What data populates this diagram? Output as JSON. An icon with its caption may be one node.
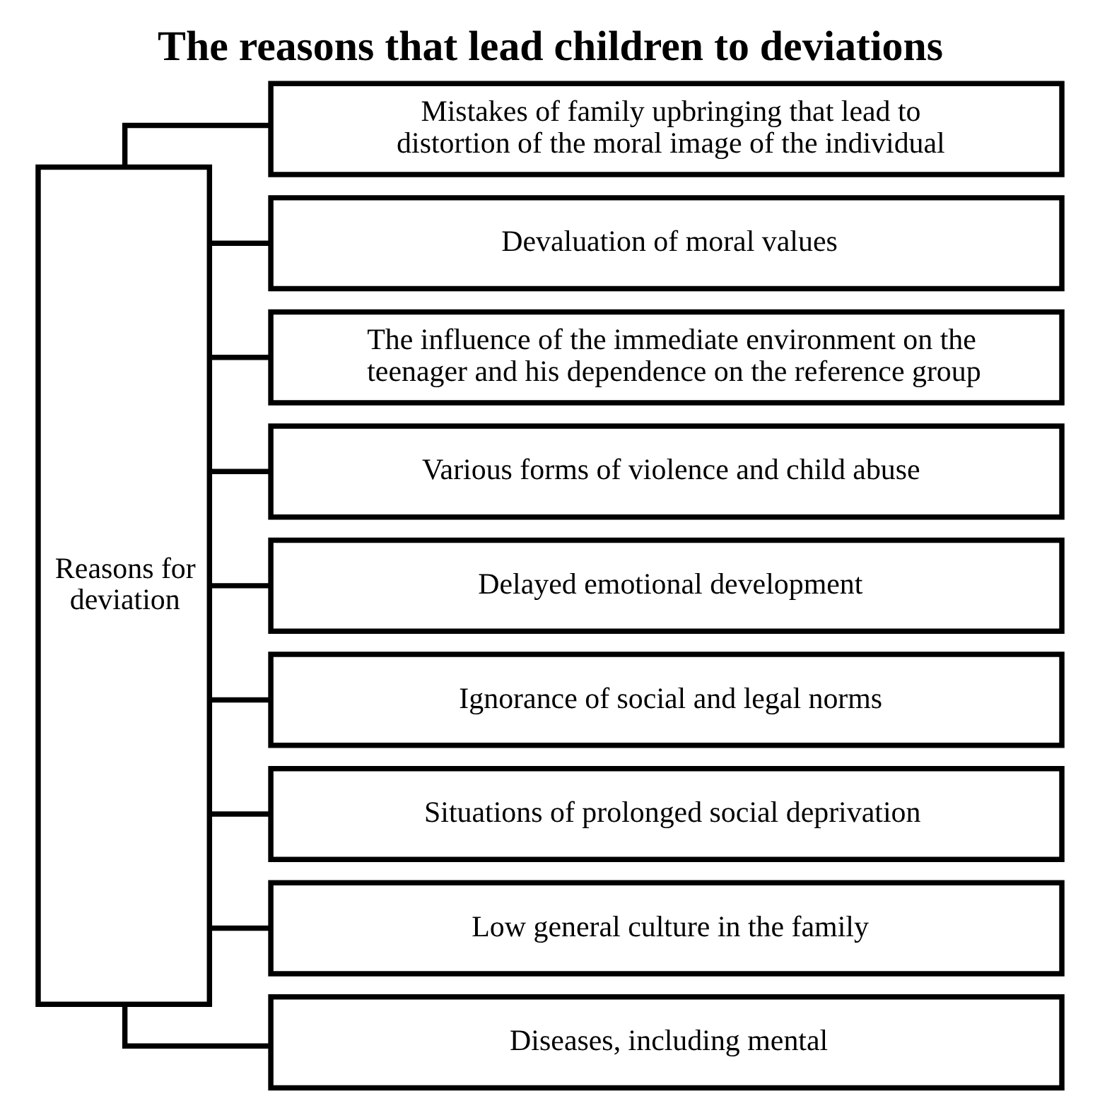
{
  "diagram": {
    "title": "The reasons that lead children to deviations",
    "nodes": [
      {
        "text": [
          "Reasons for deviation"
        ]
      },
      {
        "text": [
          "Mistakes of family upbringing that lead to distortion of the moral image of the individual"
        ]
      },
      {
        "text": [
          "Devaluation of moral values"
        ]
      },
      {
        "text": [
          "The influence of the immediate environment on the teenager and his dependence on the reference group"
        ]
      },
      {
        "text": [
          "Various forms of violence and child abuse"
        ]
      },
      {
        "text": [
          "Delayed emotional development"
        ]
      },
      {
        "text": [
          "Ignorance of social and legal norms"
        ]
      },
      {
        "text": [
          "Situations of prolonged social deprivation"
        ]
      },
      {
        "text": [
          "Low general culture in the family"
        ]
      },
      {
        "text": [
          "Diseases, including mental"
        ]
      }
    ],
    "edges": [
      {
        "from": 0,
        "to": 1,
        "arrow": "none"
      },
      {
        "from": 0,
        "to": 2,
        "arrow": "none"
      },
      {
        "from": 0,
        "to": 3,
        "arrow": "none"
      },
      {
        "from": 0,
        "to": 4,
        "arrow": "none"
      },
      {
        "from": 0,
        "to": 5,
        "arrow": "none"
      },
      {
        "from": 0,
        "to": 6,
        "arrow": "none"
      },
      {
        "from": 0,
        "to": 7,
        "arrow": "none"
      },
      {
        "from": 0,
        "to": 8,
        "arrow": "none"
      },
      {
        "from": 0,
        "to": 9,
        "arrow": "none"
      }
    ]
  }
}
